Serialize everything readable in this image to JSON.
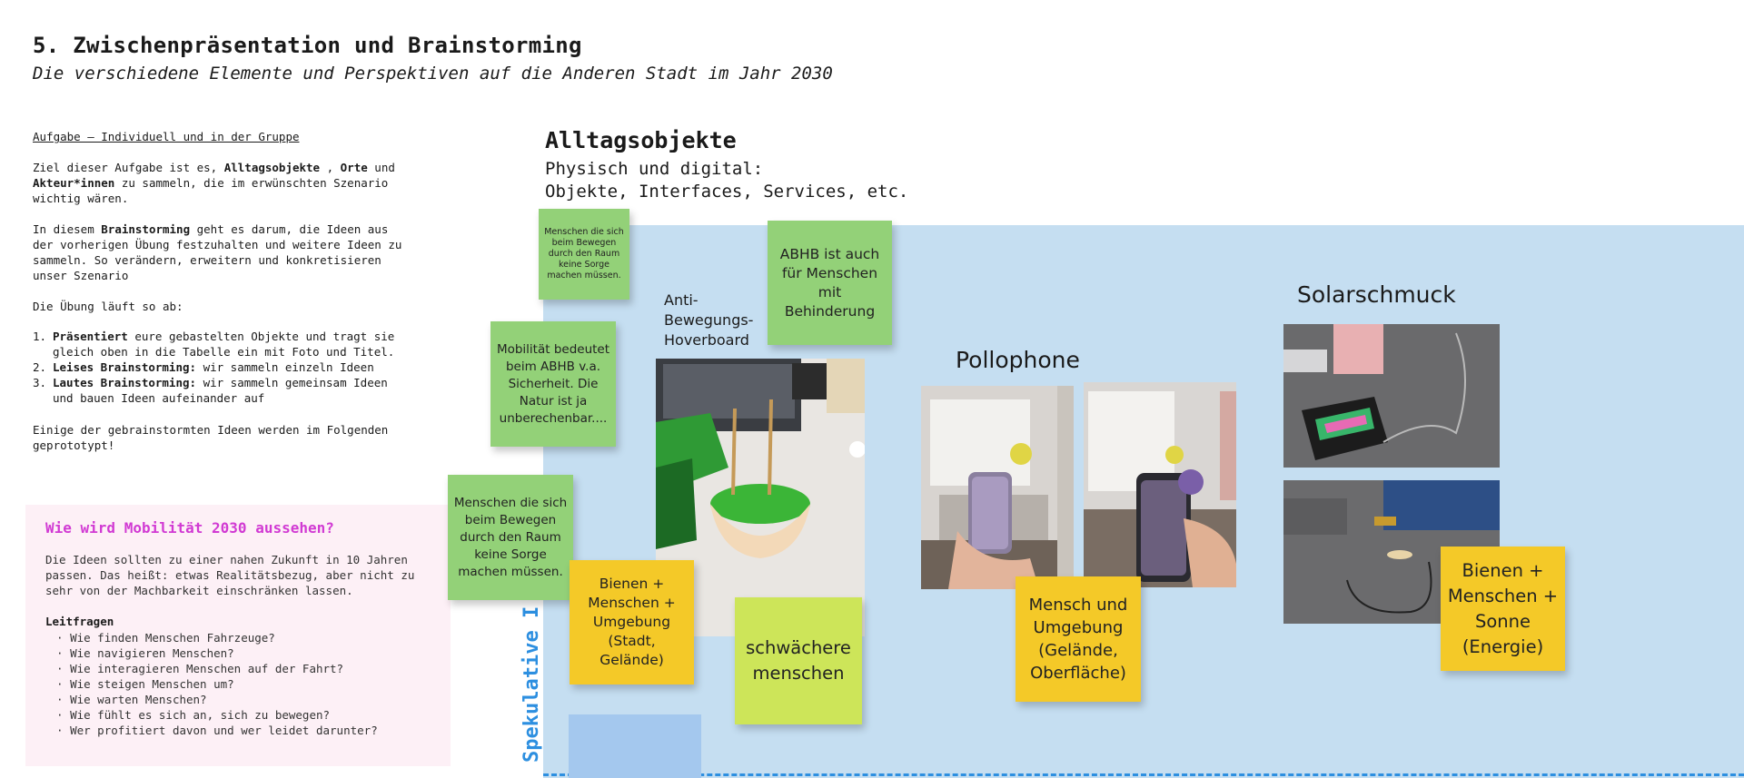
{
  "header": {
    "title": "5. Zwischenpräsentation und Brainstorming",
    "subtitle": "Die verschiedene Elemente und Perspektiven auf die Anderen Stadt im Jahr 2030"
  },
  "task": {
    "heading": "Aufgabe – Individuell und in der Gruppe",
    "p1_a": "Ziel dieser Aufgabe ist es, ",
    "p1_b1": "Alltagsobjekte",
    "p1_c": " , ",
    "p1_b2": "Orte",
    "p1_d": " und ",
    "p1_b3": "Akteur*innen",
    "p1_e": " zu sammeln, die im erwünschten Szenario wichtig wären.",
    "p2_a": "In diesem ",
    "p2_b": "Brainstorming",
    "p2_c": " geht es darum, die Ideen aus der vorherigen Übung festzuhalten und weitere Ideen zu sammeln. So verändern, erweitern und konkretisieren unser Szenario",
    "p3": "Die Übung läuft so ab:",
    "steps": [
      {
        "num": "1.",
        "bold": "Präsentiert",
        "rest": " eure gebastelten Objekte und tragt sie gleich oben in die Tabelle ein mit Foto und Titel."
      },
      {
        "num": "2.",
        "bold": "Leises Brainstorming:",
        "rest": " wir sammeln einzeln Ideen"
      },
      {
        "num": "3.",
        "bold": "Lautes Brainstorming:",
        "rest": " wir sammeln gemeinsam Ideen und bauen Ideen aufeinander auf"
      }
    ],
    "p4": "Einige der gebrainstormten Ideen werden im Folgenden geprototypt!"
  },
  "mobility": {
    "title": "Wie wird Mobilität 2030 aussehen?",
    "text": "Die Ideen sollten zu einer nahen Zukunft in 10 Jahren passen. Das heißt: etwas Realitätsbezug, aber nicht zu sehr von der Machbarkeit einschränken lassen.",
    "leitfragen_label": "Leitfragen",
    "questions": [
      "Wie finden Menschen Fahrzeuge?",
      "Wie navigieren Menschen?",
      "Wie interagieren Menschen auf der Fahrt?",
      "Wie steigen Menschen um?",
      "Wie warten Menschen?",
      "Wie fühlt es sich an, sich zu bewegen?",
      "Wer profitiert davon und wer leidet darunter?"
    ]
  },
  "board": {
    "vertical_label": "Spekulative I",
    "section_title": "Alltagsobjekte",
    "section_sub1": "Physisch und digital:",
    "section_sub2": "Objekte, Interfaces, Services, etc.",
    "labels": {
      "hoverboard": "Anti-\nBewegungs-\nHoverboard",
      "pollophone": "Pollophone",
      "solarschmuck": "Solarschmuck"
    },
    "stickies": {
      "s1": "Menschen die sich beim Bewegen durch den Raum keine Sorge machen müssen.",
      "s2": "ABHB ist auch für Menschen mit Behinderung",
      "s3": "Mobilität bedeutet beim ABHB v.a. Sicherheit. Die Natur ist ja unberechenbar....",
      "s4": "Menschen die sich beim Bewegen durch den Raum keine Sorge machen müssen.",
      "s5": "Bienen + Menschen + Umgebung (Stadt, Gelände)",
      "s6": "schwächere menschen",
      "s7": "Mensch und Umgebung (Gelände, Oberfläche)",
      "s8": "Bienen + Menschen + Sonne (Energie)"
    }
  },
  "colors": {
    "board_bg": "#c5def1",
    "accent_blue": "#2d8fe0",
    "pink_title": "#d13ad3",
    "sticky_green": "#93d178",
    "sticky_yellow": "#f4c928",
    "sticky_lime": "#cde559"
  }
}
